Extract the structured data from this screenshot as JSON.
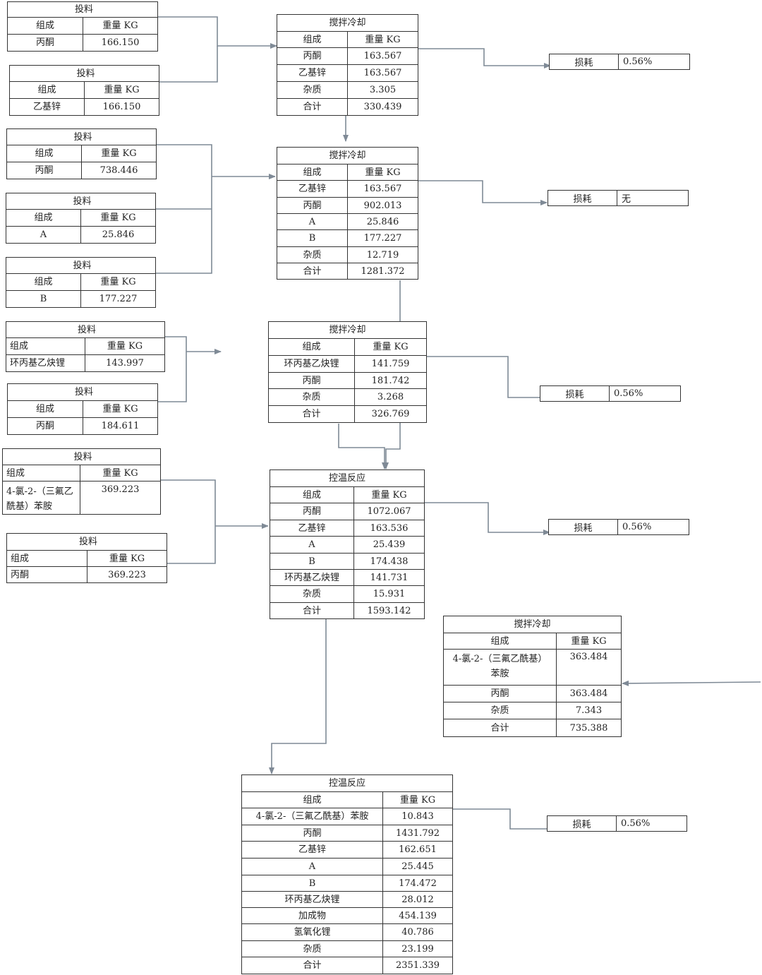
{
  "labels": {
    "feed_title": "投料",
    "col_component": "组成",
    "col_weight": "重量 KG",
    "loss_label": "损耗"
  },
  "feeds": [
    {
      "component": "丙酮",
      "weight": "166.150"
    },
    {
      "component": "乙基锌",
      "weight": "166.150"
    },
    {
      "component": "丙酮",
      "weight": "738.446"
    },
    {
      "component": "A",
      "weight": "25.846"
    },
    {
      "component": "B",
      "weight": "177.227"
    },
    {
      "component": "环丙基乙炔锂",
      "weight": "143.997"
    },
    {
      "component": "丙酮",
      "weight": "184.611"
    },
    {
      "component": "4-氯-2-（三氟乙酰基）苯胺",
      "weight": "369.223"
    },
    {
      "component": "丙酮",
      "weight": "369.223"
    }
  ],
  "steps": [
    {
      "title": "搅拌冷却",
      "rows": [
        {
          "component": "丙酮",
          "weight": "163.567"
        },
        {
          "component": "乙基锌",
          "weight": "163.567"
        },
        {
          "component": "杂质",
          "weight": "3.305"
        },
        {
          "component": "合计",
          "weight": "330.439"
        }
      ],
      "loss": "0.56%"
    },
    {
      "title": "搅拌冷却",
      "rows": [
        {
          "component": "乙基锌",
          "weight": "163.567"
        },
        {
          "component": "丙酮",
          "weight": "902.013"
        },
        {
          "component": "A",
          "weight": "25.846"
        },
        {
          "component": "B",
          "weight": "177.227"
        },
        {
          "component": "杂质",
          "weight": "12.719"
        },
        {
          "component": "合计",
          "weight": "1281.372"
        }
      ],
      "loss": "无"
    },
    {
      "title": "搅拌冷却",
      "rows": [
        {
          "component": "环丙基乙炔锂",
          "weight": "141.759"
        },
        {
          "component": "丙酮",
          "weight": "181.742"
        },
        {
          "component": "杂质",
          "weight": "3.268"
        },
        {
          "component": "合计",
          "weight": "326.769"
        }
      ],
      "loss": "0.56%"
    },
    {
      "title": "控温反应",
      "rows": [
        {
          "component": "丙酮",
          "weight": "1072.067"
        },
        {
          "component": "乙基锌",
          "weight": "163.536"
        },
        {
          "component": "A",
          "weight": "25.439"
        },
        {
          "component": "B",
          "weight": "174.438"
        },
        {
          "component": "环丙基乙炔锂",
          "weight": "141.731"
        },
        {
          "component": "杂质",
          "weight": "15.931"
        },
        {
          "component": "合计",
          "weight": "1593.142"
        }
      ],
      "loss": "0.56%"
    },
    {
      "title": "搅拌冷却",
      "rows": [
        {
          "component": "4-氯-2-（三氟乙酰基）苯胺",
          "weight": "363.484"
        },
        {
          "component": "丙酮",
          "weight": "363.484"
        },
        {
          "component": "杂质",
          "weight": "7.343"
        },
        {
          "component": "合计",
          "weight": "735.388"
        }
      ]
    },
    {
      "title": "控温反应",
      "rows": [
        {
          "component": "4-氯-2-（三氟乙酰基）苯胺",
          "weight": "10.843"
        },
        {
          "component": "丙酮",
          "weight": "1431.792"
        },
        {
          "component": "乙基锌",
          "weight": "162.651"
        },
        {
          "component": "A",
          "weight": "25.445"
        },
        {
          "component": "B",
          "weight": "174.472"
        },
        {
          "component": "环丙基乙炔锂",
          "weight": "28.012"
        },
        {
          "component": "加成物",
          "weight": "454.139"
        },
        {
          "component": "氢氧化锂",
          "weight": "40.786"
        },
        {
          "component": "杂质",
          "weight": "23.199"
        },
        {
          "component": "合计",
          "weight": "2351.339"
        }
      ],
      "loss": "0.56%"
    }
  ],
  "colors": {
    "wire": "#7f8a96",
    "border": "#333333"
  }
}
